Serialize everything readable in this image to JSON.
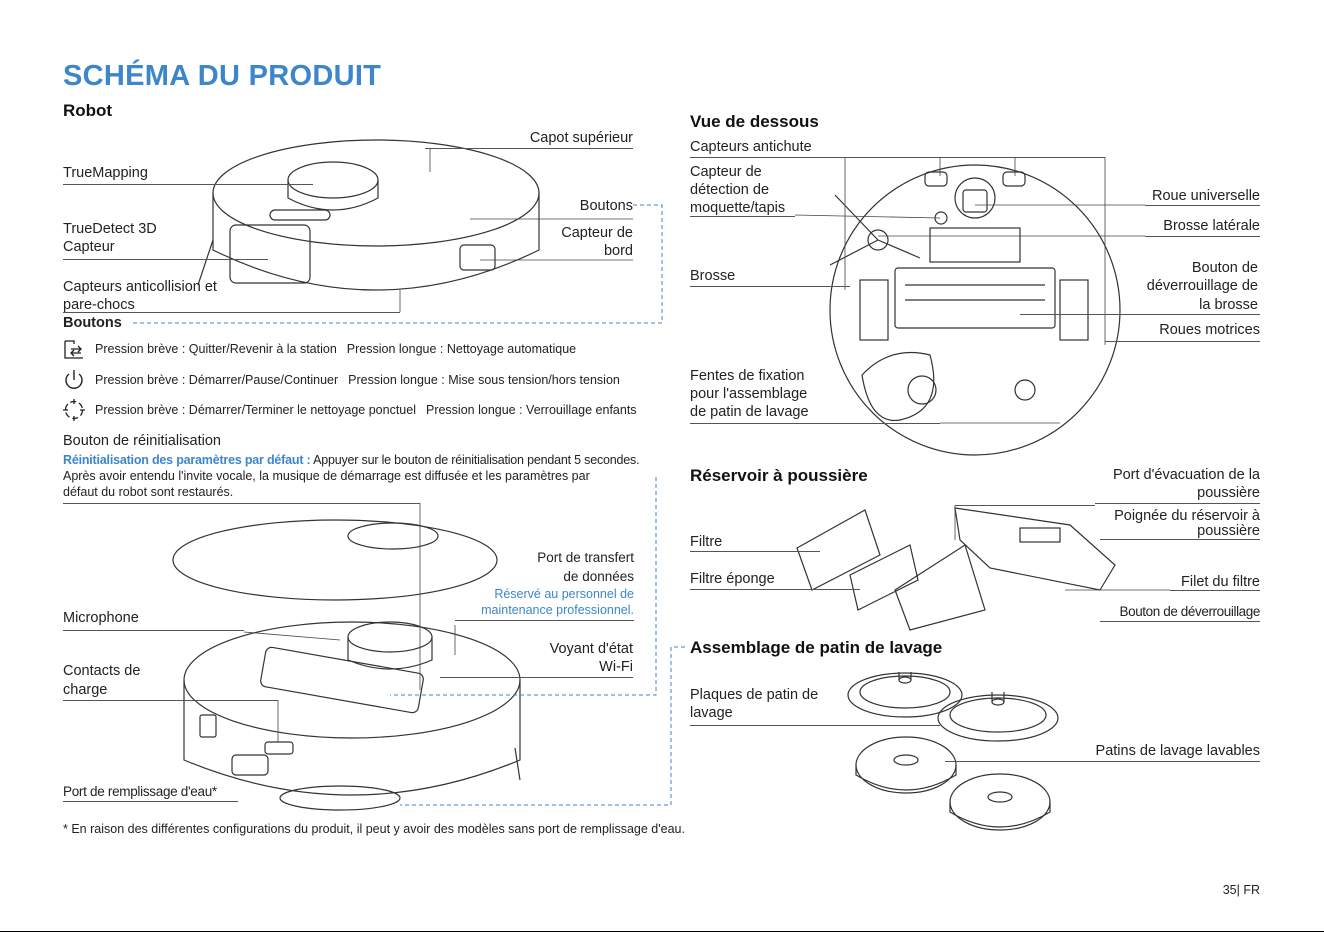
{
  "page_title": "SCHÉMA DU PRODUIT",
  "robot_heading": "Robot",
  "robot_labels": {
    "capot": "Capot supérieur",
    "truemapping": "TrueMapping",
    "boutons": "Boutons",
    "truedetect_1": "TrueDetect 3D",
    "truedetect_2": "Capteur",
    "bord_1": "Capteur de",
    "bord_2": "bord",
    "anticollision_1": "Capteurs anticollision et",
    "anticollision_2": "pare-chocs"
  },
  "buttons_section": {
    "heading": "Boutons",
    "rows": [
      {
        "icon": "home-arrow-icon",
        "short": "Pression brève : Quitter/Revenir à la station",
        "long": "Pression longue : Nettoyage automatique"
      },
      {
        "icon": "power-icon",
        "short": "Pression brève : Démarrer/Pause/Continuer",
        "long": "Pression longue : Mise sous tension/hors tension"
      },
      {
        "icon": "spot-clean-icon",
        "short": "Pression brève : Démarrer/Terminer le nettoyage ponctuel",
        "long": "Pression longue : Verrouillage enfants"
      }
    ]
  },
  "reset": {
    "heading": "Bouton de réinitialisation",
    "highlight": "Réinitialisation des paramètres par défaut :",
    "text_1": " Appuyer sur le bouton de réinitialisation pendant 5 secondes.",
    "text_2": "Après avoir entendu l'invite vocale, la musique de démarrage est diffusée et les paramètres par",
    "text_3": "défaut du robot sont restaurés."
  },
  "open_robot_labels": {
    "transfer_1": "Port de transfert",
    "transfer_2": "de données",
    "reserved_1": "Réservé au personnel de",
    "reserved_2": "maintenance professionnel.",
    "microphone": "Microphone",
    "wifi_1": "Voyant d'état",
    "wifi_2": "Wi-Fi",
    "contacts_1": "Contacts de",
    "contacts_2": "charge",
    "water_port": "Port de remplissage d'eau*"
  },
  "underside": {
    "heading": "Vue de dessous",
    "antichute": "Capteurs antichute",
    "moquette_1": "Capteur de",
    "moquette_2": "détection de",
    "moquette_3": "moquette/tapis",
    "roue": "Roue universelle",
    "brosse_laterale": "Brosse latérale",
    "brosse": "Brosse",
    "unlock_1": "Bouton de",
    "unlock_2": "déverrouillage de",
    "unlock_3": "la brosse",
    "roues_motrices": "Roues motrices",
    "fentes_1": "Fentes de fixation",
    "fentes_2": "pour l'assemblage",
    "fentes_3": "de patin de lavage"
  },
  "dustbin": {
    "heading": "Réservoir à poussière",
    "evac_1": "Port d'évacuation de la",
    "evac_2": "poussière",
    "handle_1": "Poignée du réservoir à",
    "handle_2": "poussière",
    "filtre": "Filtre",
    "filtre_eponge": "Filtre éponge",
    "filet": "Filet du filtre",
    "unlock": "Bouton de déverrouillage"
  },
  "mop": {
    "heading": "Assemblage de patin de lavage",
    "plates_1": "Plaques de patin de",
    "plates_2": "lavage",
    "pads": "Patins de lavage lavables"
  },
  "footnote": "* En raison des différentes configurations du produit, il peut y avoir des modèles sans port de remplissage d'eau.",
  "page_number": "35| FR",
  "colors": {
    "accent": "#3d86c9",
    "text": "#222222"
  }
}
